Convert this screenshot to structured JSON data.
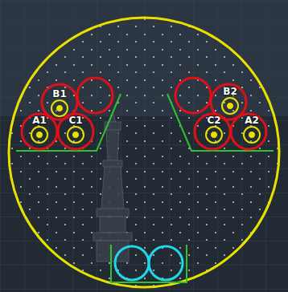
{
  "diagram": {
    "nodes": [
      {
        "text": [
          "B1"
        ]
      },
      {
        "text": [
          "A1"
        ]
      },
      {
        "text": [
          "C1"
        ]
      },
      {
        "text": [
          "B2"
        ]
      },
      {
        "text": [
          "C2"
        ]
      },
      {
        "text": [
          "A2"
        ]
      }
    ]
  }
}
